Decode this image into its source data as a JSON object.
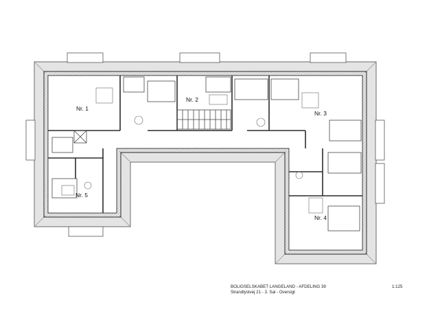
{
  "plan": {
    "units": [
      {
        "id": "u1",
        "label": "Nr. 1"
      },
      {
        "id": "u2",
        "label": "Nr. 2"
      },
      {
        "id": "u3",
        "label": "Nr. 3"
      },
      {
        "id": "u4",
        "label": "Nr. 4"
      },
      {
        "id": "u5",
        "label": "Nr. 5"
      }
    ]
  },
  "title_block": {
    "line1": "BOLIGSELSKABET LANGELAND - AFDELING 39",
    "line2": "Strandlystvej 21 - 3. Sal - Oversigt",
    "scale": "1:125"
  },
  "colors": {
    "roof": "#e2e2e2",
    "roof_edge": "#6a6a6a",
    "wall": "#2a2a2a",
    "hatch": "#9a9a9a"
  }
}
